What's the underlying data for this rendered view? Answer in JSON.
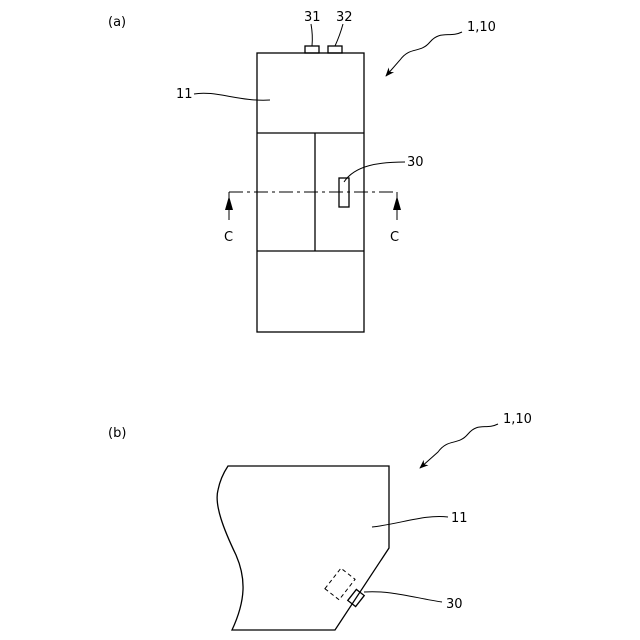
{
  "figure_a": {
    "panel_label": "(a)",
    "ref_assembly": "1,10",
    "ref_body": "11",
    "ref_part_31": "31",
    "ref_part_32": "32",
    "ref_sensor": "30",
    "section_mark_left": "C",
    "section_mark_right": "C"
  },
  "figure_b": {
    "panel_label": "(b)",
    "ref_assembly": "1,10",
    "ref_body": "11",
    "ref_sensor": "30"
  }
}
